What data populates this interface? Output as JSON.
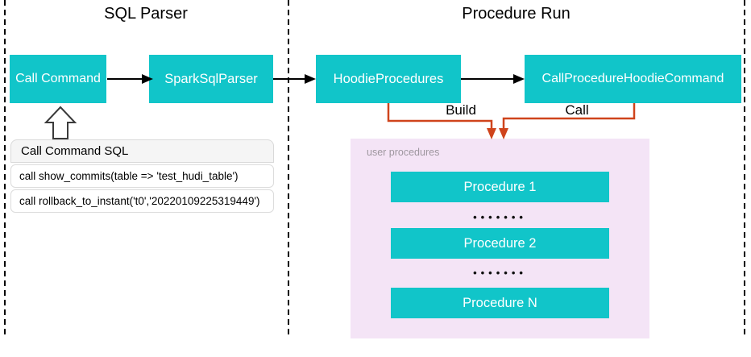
{
  "sections": [
    {
      "title": "SQL Parser"
    },
    {
      "title": "Procedure Run"
    }
  ],
  "nodes": {
    "call_command": "Call Command",
    "spark_sql_parser": "SparkSqlParser",
    "hoodie_procedures": "HoodieProcedures",
    "call_procedure_hoodie_command": "CallProcedureHoodieCommand"
  },
  "edges": {
    "build_label": "Build",
    "call_label": "Call"
  },
  "sql_panel": {
    "header": "Call Command SQL",
    "rows": [
      "call show_commits(table => 'test_hudi_table')",
      "call rollback_to_instant('t0','20220109225319449')"
    ]
  },
  "procedures_panel": {
    "label": "user procedures",
    "items": [
      "Procedure 1",
      "Procedure 2",
      "Procedure N"
    ],
    "dots": "•••••••"
  },
  "colors": {
    "node_teal": "#11C5C9",
    "panel_pink": "#F4E4F6",
    "connector_orange": "#CF441C",
    "arrow_black": "#000000"
  }
}
